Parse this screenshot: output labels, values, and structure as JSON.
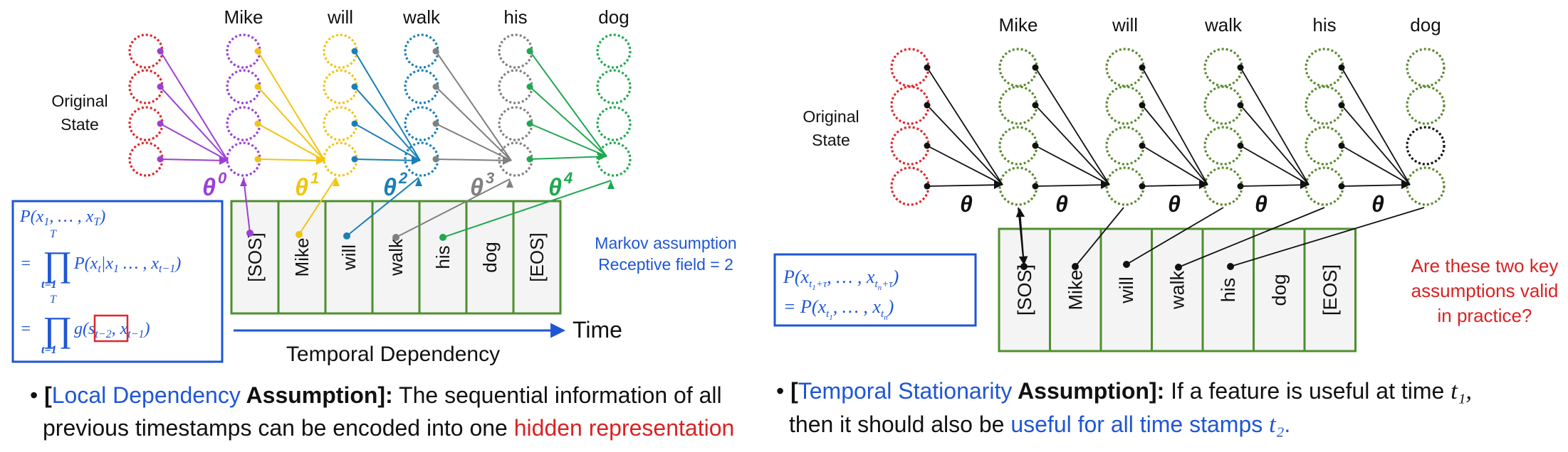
{
  "colors": {
    "red": "#e0262a",
    "purple": "#9b3fd6",
    "yellow": "#f1c40f",
    "teal": "#1a7fb7",
    "gray": "#808080",
    "green": "#1fa84f",
    "olive": "#5c8a2e",
    "blue": "#1e56d6",
    "crimson": "#d92222",
    "tokenFill": "#f4f4f4",
    "tokenBorder": "#4e8f2f"
  },
  "left": {
    "words": [
      "Mike",
      "will",
      "walk",
      "his",
      "dog"
    ],
    "original_state": [
      "Original",
      "State"
    ],
    "thetas": [
      {
        "sym": "θ",
        "sup": "0"
      },
      {
        "sym": "θ",
        "sup": "1"
      },
      {
        "sym": "θ",
        "sup": "2"
      },
      {
        "sym": "θ",
        "sup": "3"
      },
      {
        "sym": "θ",
        "sup": "4"
      }
    ],
    "tokens": [
      "[SOS]",
      "Mike",
      "will",
      "walk",
      "his",
      "dog",
      "[EOS]"
    ],
    "formula": {
      "l1": "P(x₁, … , x_T)",
      "l2": "= ∏ P(x_t|x₁ … , x_{t−1})",
      "l3": "= ∏ g(s_{t−2}, x_{t−1})",
      "prod_top": "T",
      "prod_bottom": "t=1"
    },
    "markov": [
      "Markov assumption",
      "Receptive field = 2"
    ],
    "time_label": "Time",
    "temporal_dependency": "Temporal Dependency",
    "bullet": {
      "dot": "•",
      "open": "[",
      "term": "Local Dependency",
      "rest": " Assumption]:",
      "text1": " The sequential information of all",
      "text2a": "previous timestamps can be encoded into one ",
      "text2b": "hidden representation"
    }
  },
  "right": {
    "words": [
      "Mike",
      "will",
      "walk",
      "his",
      "dog"
    ],
    "original_state": [
      "Original",
      "State"
    ],
    "theta": "θ",
    "tokens": [
      "[SOS]",
      "Mike",
      "will",
      "walk",
      "his",
      "dog",
      "[EOS]"
    ],
    "formula": {
      "l1": "P(x_{t₁+τ}, … , x_{tₙ+τ})",
      "l2": "= P(x_{t₁}, … , x_{tₙ})"
    },
    "question": [
      "Are these two key",
      "assumptions valid",
      "in practice?"
    ],
    "bullet": {
      "dot": "•",
      "open": "[",
      "term": "Temporal Stationarity",
      "rest": " Assumption]:",
      "text1": " If a feature is useful at time ",
      "t1": "t₁,",
      "text2a": "then it should also be ",
      "text2b": "useful for all time stamps ",
      "t2": "t₂",
      "end": "."
    }
  }
}
